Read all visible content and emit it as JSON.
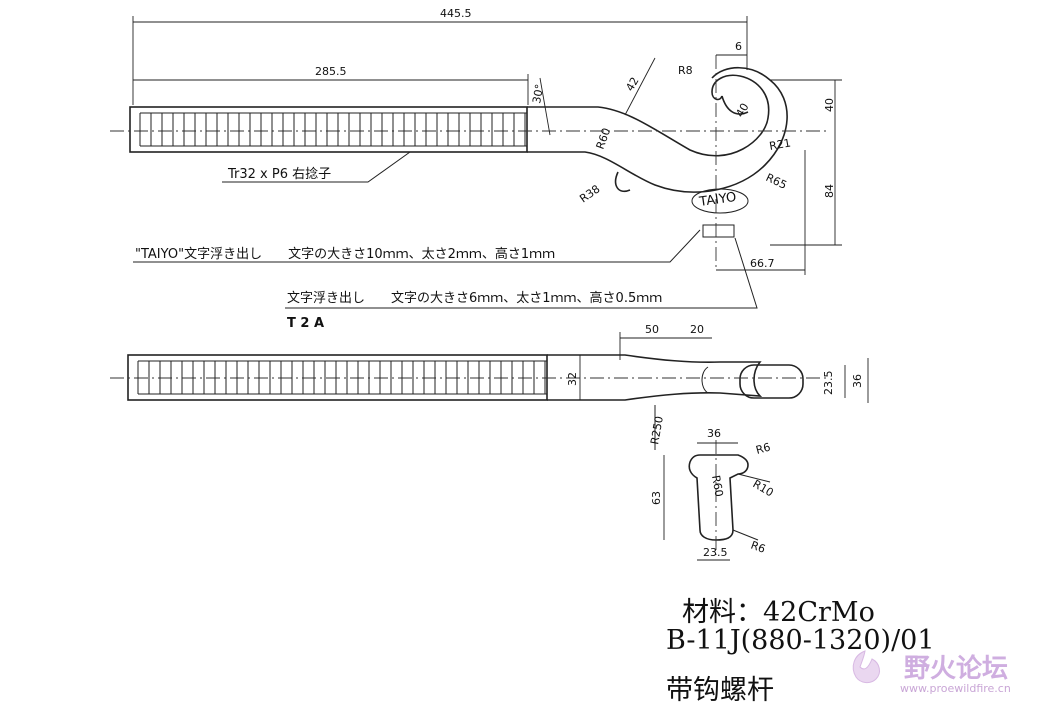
{
  "dimensions": {
    "overall_length": "445.5",
    "thread_length": "285.5",
    "tip_offset": "6",
    "r8": "R8",
    "d42": "42",
    "d40_inner": "40",
    "d40_right": "40",
    "angle": "30°",
    "r60_top": "R60",
    "r21": "R21",
    "r65": "R65",
    "r38": "R38",
    "d84": "84",
    "d66_7": "66.7",
    "d50": "50",
    "d20": "20",
    "d32": "32",
    "d23_5_side": "23.5",
    "d36_side": "36",
    "r250": "R250",
    "d36_section": "36",
    "r6_top": "R6",
    "r10": "R10",
    "r60_section": "R60",
    "d63": "63",
    "r6_bottom": "R6",
    "d23_5_section": "23.5"
  },
  "notes": {
    "thread": "Tr32 x P6 右捻子",
    "logo_text": "TAIYO",
    "note_logo": "\"TAIYO\"文字浮き出し　　文字の大きさ10ｍｍ、太さ2ｍｍ、高さ1ｍｍ",
    "note_text": "文字浮き出し　　文字の大きさ6ｍｍ、太さ1ｍｍ、高さ0.5ｍｍ",
    "mark": "T 2 A"
  },
  "spec": {
    "material": "材料：42CrMo",
    "code": "B-11J(880-1320)/01",
    "name": "带钩螺杆"
  },
  "watermark": {
    "brand": "野火论坛",
    "url": "www.proewildfire.cn"
  },
  "colors": {
    "line": "#222222",
    "watermark": "#c9a6d6"
  }
}
